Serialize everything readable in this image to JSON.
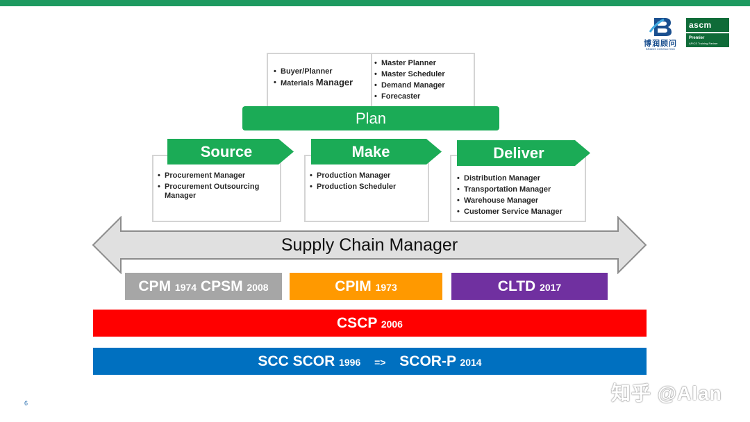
{
  "logos": {
    "brains": {
      "name": "博润顾问",
      "sub": "BRAINS CONSULTING"
    },
    "ascm": {
      "name": "ascm",
      "tier": "Premier",
      "sub": "APICS Training Partner"
    }
  },
  "plan_box_left": {
    "items": [
      "Buyer/Planner",
      "Materials"
    ],
    "big_word": "Manager"
  },
  "plan_box_right": {
    "items": [
      "Master Planner",
      "Master Scheduler",
      "Demand Manager",
      "Forecaster"
    ]
  },
  "plan": {
    "label": "Plan"
  },
  "source": {
    "label": "Source",
    "items": [
      "Procurement Manager",
      "Procurement Outsourcing Manager"
    ]
  },
  "make": {
    "label": "Make",
    "items": [
      "Production Manager",
      "Production Scheduler"
    ]
  },
  "deliver": {
    "label": "Deliver",
    "items": [
      "Distribution Manager",
      "Transportation Manager",
      "Warehouse Manager",
      "Customer Service Manager"
    ]
  },
  "supply_chain": {
    "label": "Supply Chain Manager"
  },
  "certs": {
    "cpm": {
      "a": "CPM",
      "a_year": "1974",
      "b": "CPSM",
      "b_year": "2008",
      "color": "#a6a6a6"
    },
    "cpim": {
      "a": "CPIM",
      "a_year": "1973",
      "color": "#ff9900"
    },
    "cltd": {
      "a": "CLTD",
      "a_year": "2017",
      "color": "#7030a0"
    },
    "cscp": {
      "a": "CSCP",
      "a_year": "2006",
      "color": "#ff0000"
    },
    "scor": {
      "a": "SCC SCOR",
      "a_year": "1996",
      "arrow": "=>",
      "b": "SCOR-P",
      "b_year": "2014",
      "color": "#0070c0"
    }
  },
  "colors": {
    "green": "#1bab56",
    "top_bar": "#1e9a60",
    "box_border": "#d4d4d4",
    "arrow_fill": "#e0e0e0"
  },
  "page_number": "6",
  "watermark": "知乎 @Alan"
}
